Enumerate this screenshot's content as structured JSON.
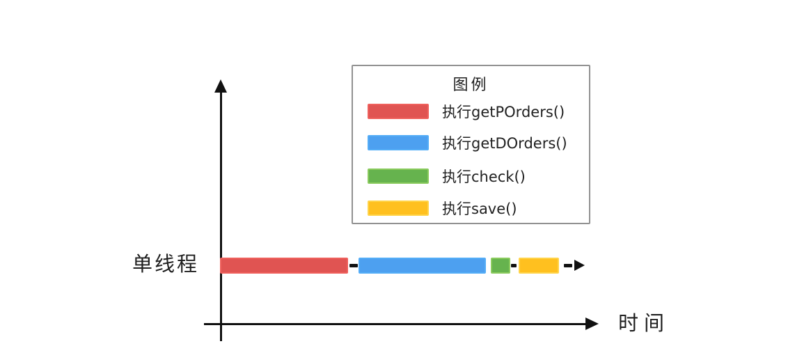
{
  "diagram": {
    "background": "#ffffff",
    "axis_color": "#111111",
    "x_axis_label": "时间",
    "thread_label": "单线程"
  },
  "legend": {
    "title": "图例",
    "items": [
      {
        "label": "执行getPOrders()",
        "color": "#e05452",
        "border_color": "#ef605c"
      },
      {
        "label": "执行getDOrders()",
        "color": "#4da0f0",
        "border_color": "#54adf7"
      },
      {
        "label": "执行check()",
        "color": "#66b34e",
        "border_color": "#8bcb5e"
      },
      {
        "label": "执行save()",
        "color": "#ffc01f",
        "border_color": "#ffd44a"
      }
    ]
  },
  "timeline": {
    "segments": [
      {
        "task": "执行getPOrders()",
        "color": "#e05452",
        "border_color": "#ef605c"
      },
      {
        "task": "执行getDOrders()",
        "color": "#4da0f0",
        "border_color": "#54adf7"
      },
      {
        "task": "执行check()",
        "color": "#66b34e",
        "border_color": "#8bcb5e"
      },
      {
        "task": "执行save()",
        "color": "#ffc01f",
        "border_color": "#ffd44a"
      }
    ]
  }
}
